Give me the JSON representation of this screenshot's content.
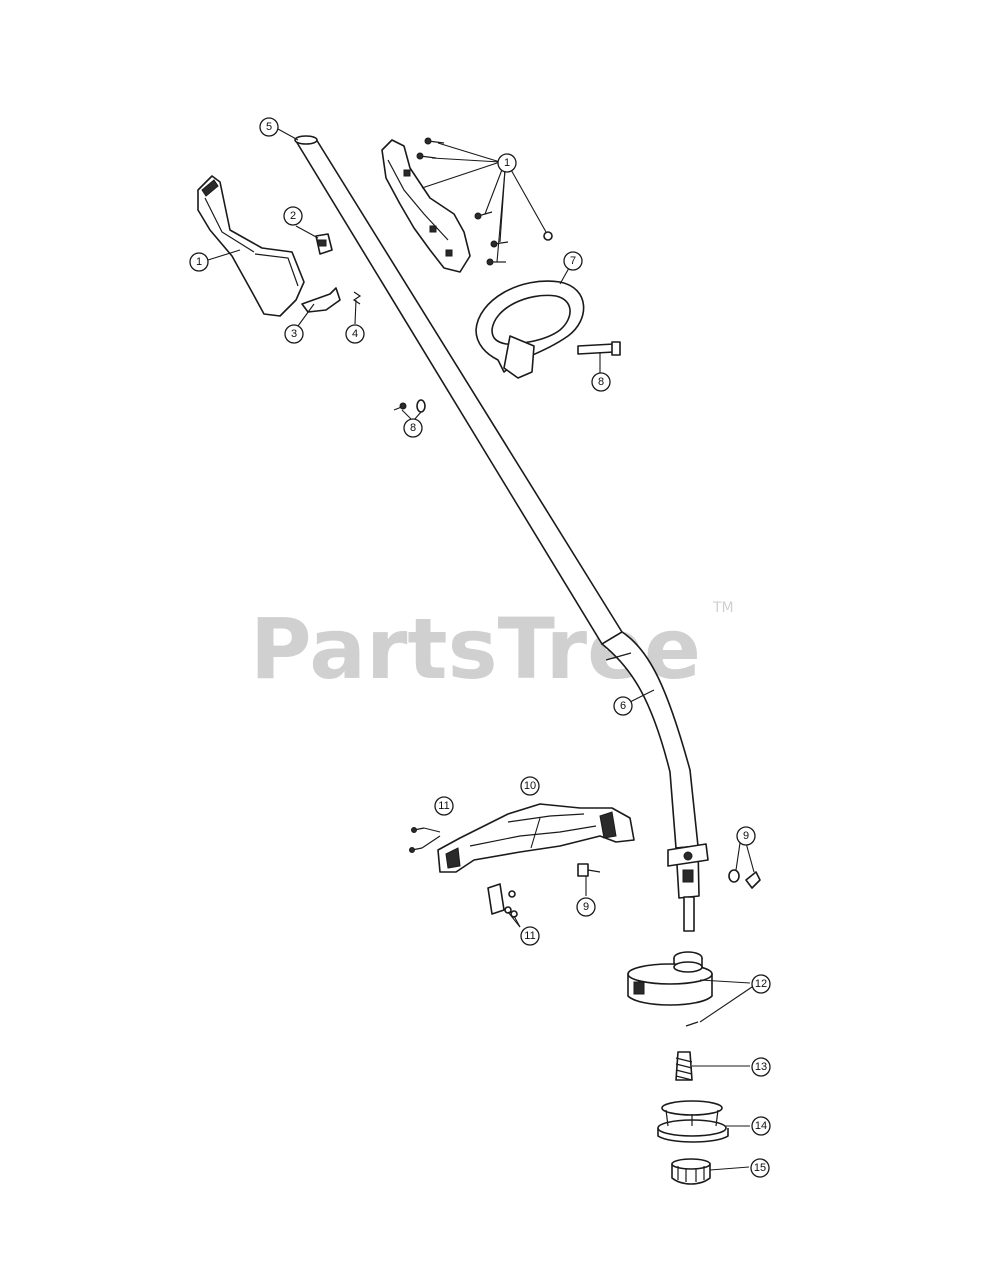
{
  "watermark": {
    "text": "PartsTree",
    "tm": "TM"
  },
  "callouts": [
    {
      "id": "c5",
      "label": "5"
    },
    {
      "id": "c1a",
      "label": "1"
    },
    {
      "id": "c1b",
      "label": "1"
    },
    {
      "id": "c2",
      "label": "2"
    },
    {
      "id": "c3",
      "label": "3"
    },
    {
      "id": "c4",
      "label": "4"
    },
    {
      "id": "c7",
      "label": "7"
    },
    {
      "id": "c8a",
      "label": "8"
    },
    {
      "id": "c8b",
      "label": "8"
    },
    {
      "id": "c6",
      "label": "6"
    },
    {
      "id": "c10",
      "label": "10"
    },
    {
      "id": "c11a",
      "label": "11"
    },
    {
      "id": "c11b",
      "label": "11"
    },
    {
      "id": "c9a",
      "label": "9"
    },
    {
      "id": "c9b",
      "label": "9"
    },
    {
      "id": "c12",
      "label": "12"
    },
    {
      "id": "c13",
      "label": "13"
    },
    {
      "id": "c14",
      "label": "14"
    },
    {
      "id": "c15",
      "label": "15"
    }
  ]
}
